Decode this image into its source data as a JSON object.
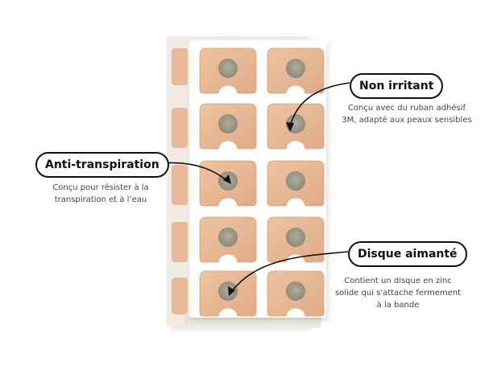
{
  "callouts": {
    "non_irritant": {
      "title": "Non irritant",
      "line1": "Conçu avec du ruban adhésif",
      "line2": "3M, adapté aux peaux sensibles"
    },
    "anti_transpiration": {
      "title": "Anti-transpiration",
      "line1": "Conçu pour résister à la",
      "line2": "transpiration et à l’eau"
    },
    "disque_aimante": {
      "title": "Disque aimanté",
      "line1": "Contient un disque en zinc",
      "line2": "solide qui s'attache fermement",
      "line3": "à la bande"
    }
  },
  "colors": {
    "patch": "#e7b793",
    "patch_edge": "#d9a07a",
    "disc": "#9e9a88",
    "sheet": "#ffffff",
    "sheet_back": "#f3ebe3"
  }
}
